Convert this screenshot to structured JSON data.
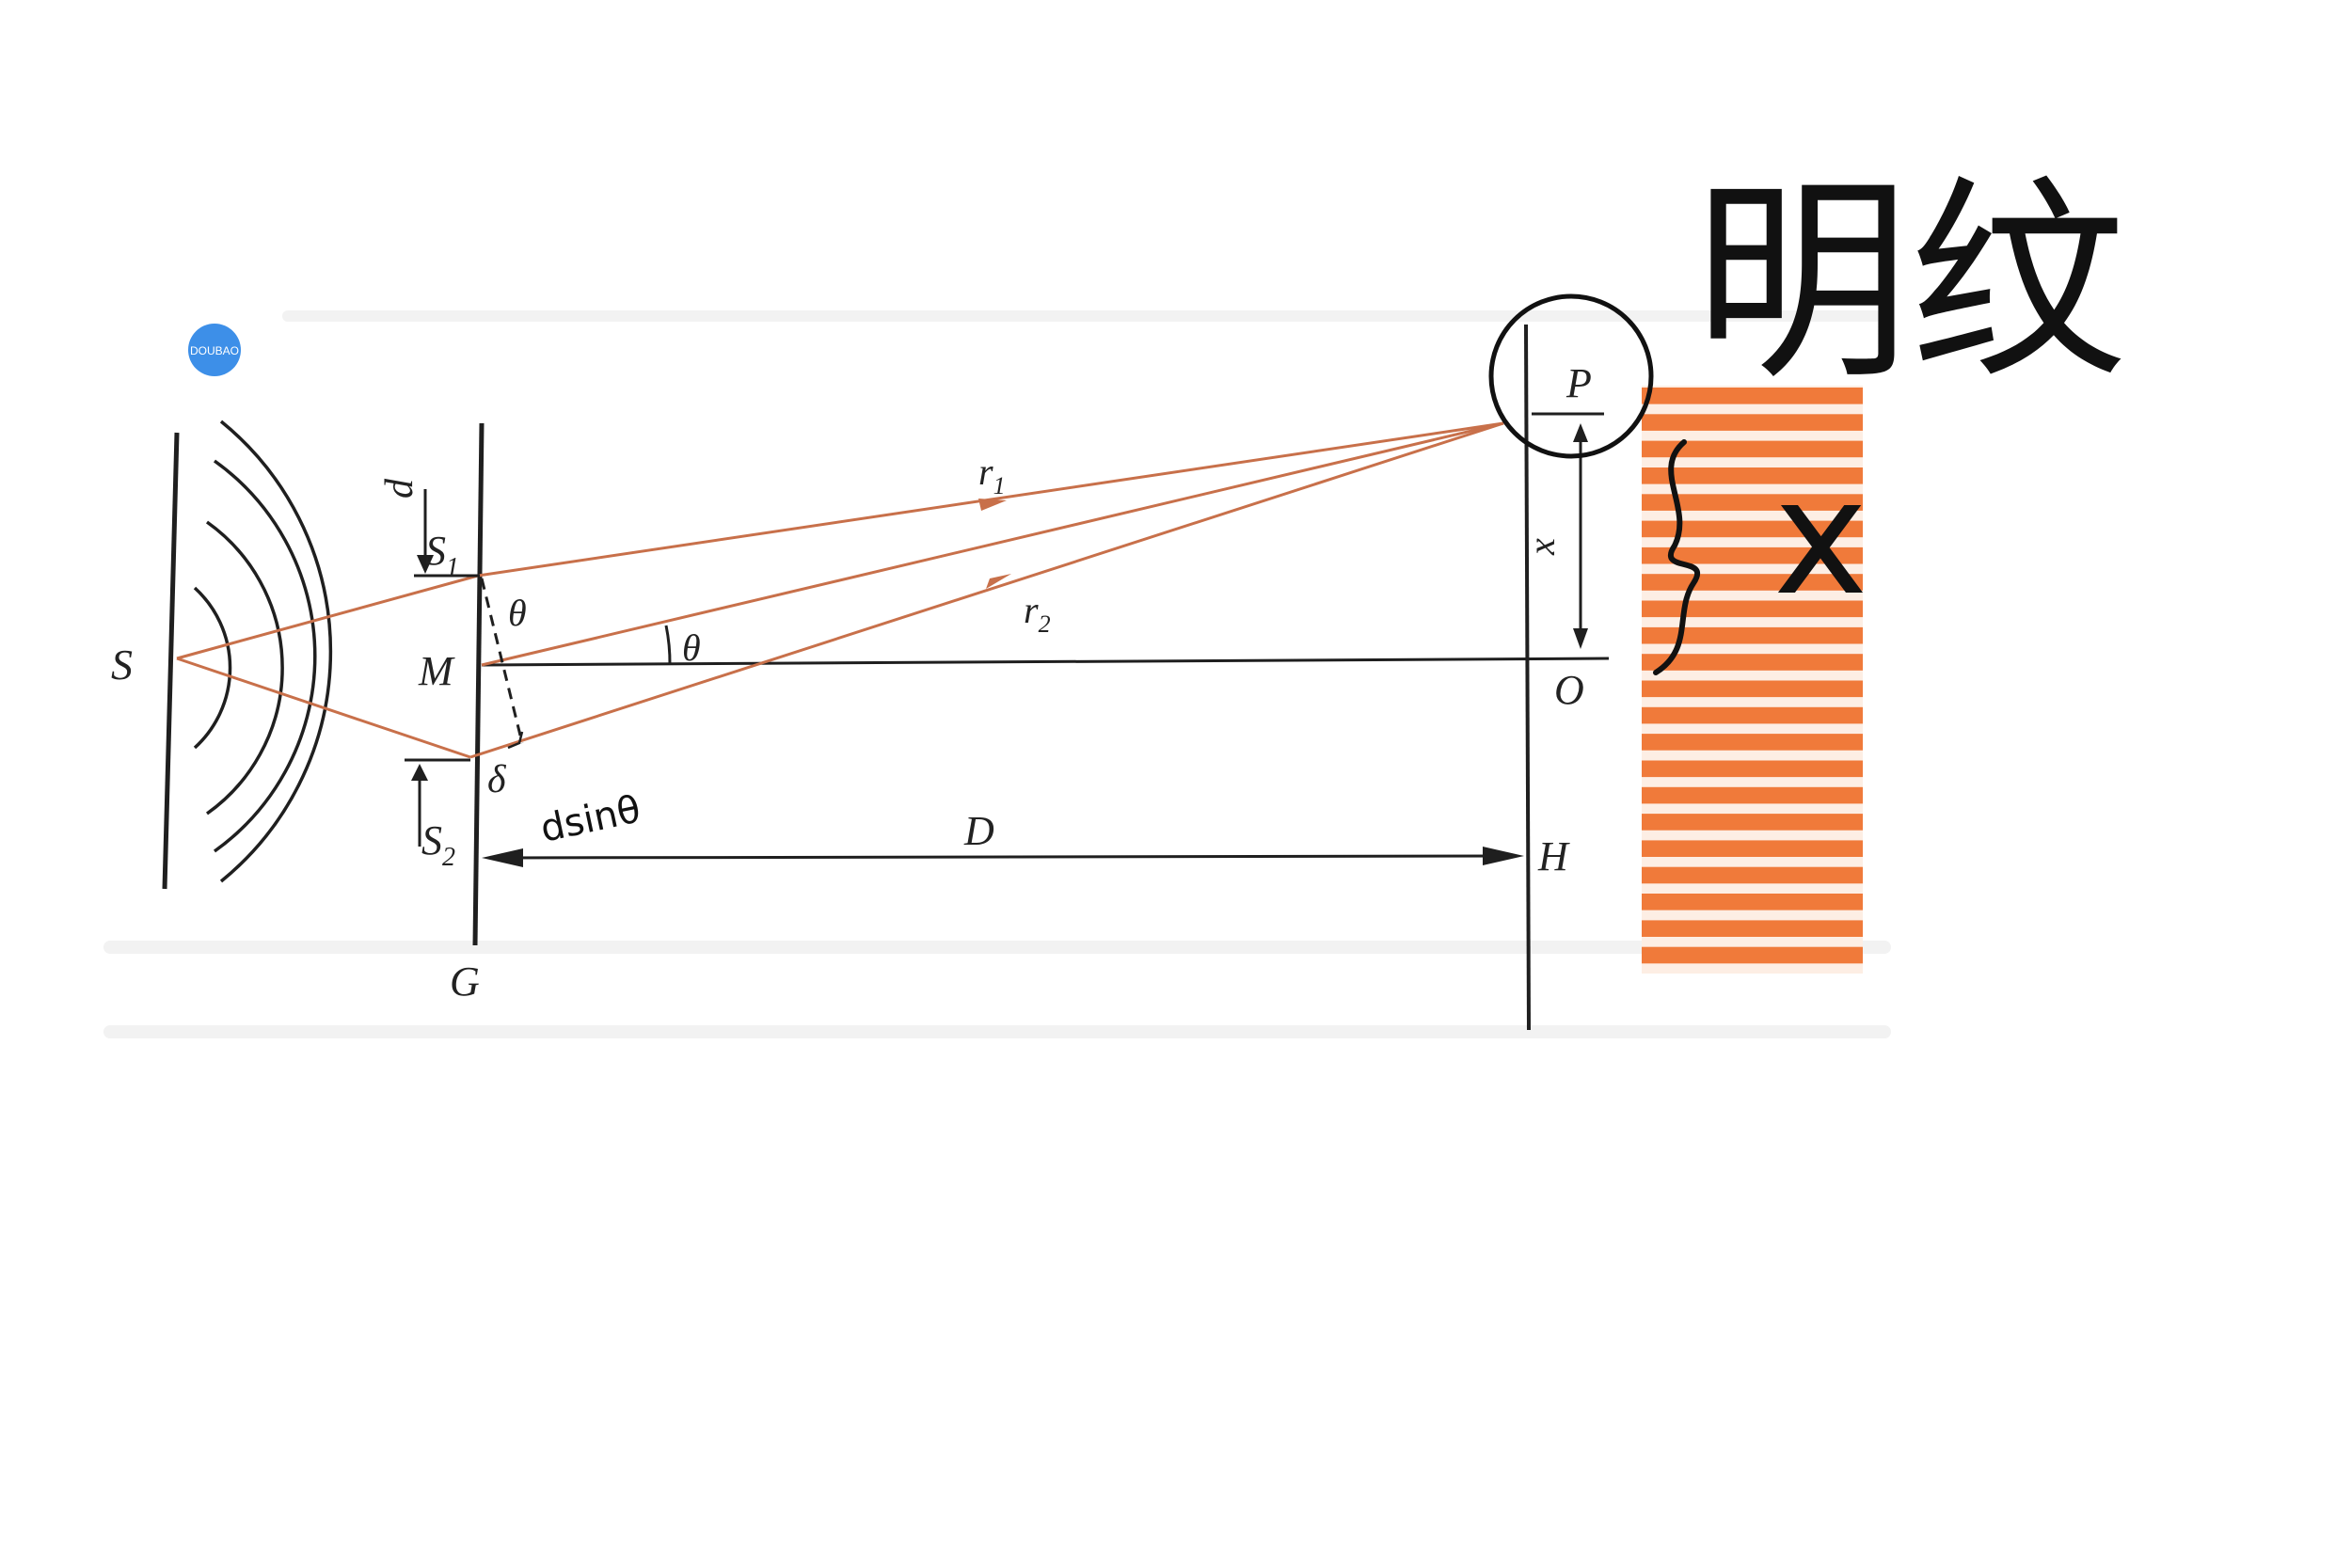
{
  "diagram": {
    "labels": {
      "S": "S",
      "S1_main": "S",
      "S1_sub": "1",
      "S2_main": "S",
      "S2_sub": "2",
      "M": "M",
      "G": "G",
      "d": "d",
      "delta": "δ",
      "theta_slit": "θ",
      "theta_center": "θ",
      "r1_main": "r",
      "r1_sub": "1",
      "r2_main": "r",
      "r2_sub": "2",
      "D": "D",
      "P": "P",
      "O": "O",
      "H": "H",
      "x": "x"
    },
    "handwriting": {
      "title": "明纹",
      "path_diff": "dsinθ",
      "fringe_note": "x"
    },
    "badge": "DOUBAO",
    "colors": {
      "ray": "#c8704a",
      "fringe": "#f07a3a",
      "line": "#1f1f1f",
      "badge": "#3d8fe8"
    },
    "fringe_count": 22
  }
}
